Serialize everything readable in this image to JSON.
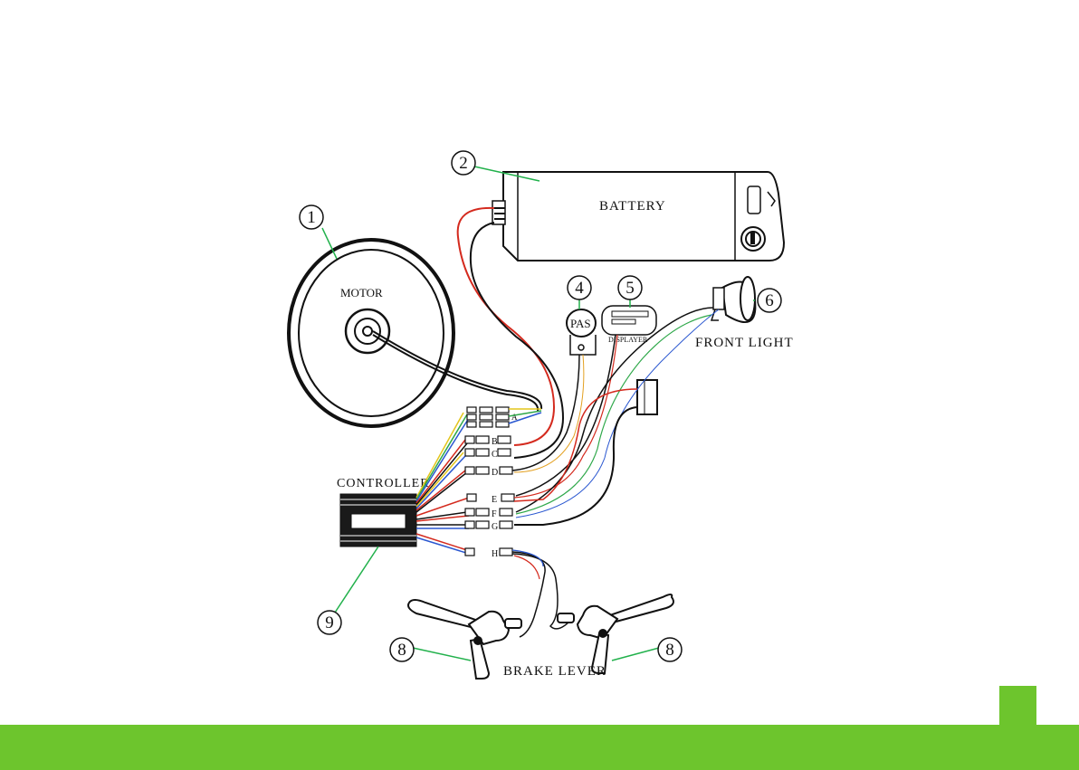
{
  "labels": {
    "battery": "BATTERY",
    "motor": "MOTOR",
    "pas": "PAS",
    "displayer": "DISPLAYER",
    "front_light": "FRONT LIGHT",
    "controller": "CONTROLLER",
    "brake_lever": "BRAKE LEVER"
  },
  "callouts": [
    "1",
    "2",
    "4",
    "5",
    "6",
    "8",
    "8",
    "9"
  ],
  "connectors": [
    "A",
    "B",
    "C",
    "D",
    "E",
    "F",
    "G",
    "H"
  ],
  "colors": {
    "accent_green": "#6dc52d",
    "wire_red": "#d42a1e",
    "wire_blue": "#2a57d0",
    "wire_yellow": "#e3c51b",
    "wire_green": "#2fa84a",
    "callout_line": "#22b14c"
  }
}
